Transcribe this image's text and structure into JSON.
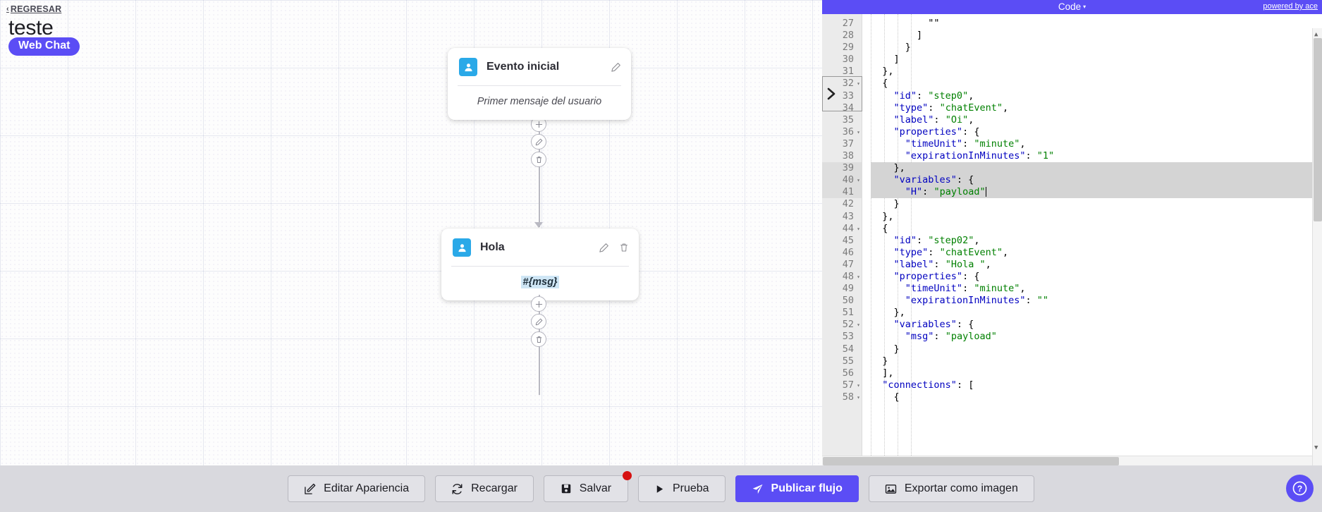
{
  "header": {
    "back_label": "REGRESAR",
    "back_chevron": "‹",
    "flow_title": "teste",
    "channel_badge": "Web Chat"
  },
  "canvas": {
    "nodes": [
      {
        "avatar_icon": "user-icon",
        "label": "Evento inicial",
        "body_text": "Primer mensaje del usuario",
        "body_is_placeholder": true,
        "has_edit": true,
        "has_delete": false
      },
      {
        "avatar_icon": "user-icon",
        "label": "Hola",
        "body_text": "#{msg}",
        "body_is_placeholder": false,
        "has_edit": true,
        "has_delete": true
      }
    ],
    "line_actions": [
      "add-icon",
      "edit-icon",
      "delete-icon"
    ]
  },
  "code_panel": {
    "title": "Code",
    "caret": "▾",
    "powered_by": "powered by ace",
    "lines": [
      {
        "n": "27",
        "fold": "",
        "text": "          \"\""
      },
      {
        "n": "28",
        "fold": "",
        "text": "        ]"
      },
      {
        "n": "29",
        "fold": "",
        "text": "      }"
      },
      {
        "n": "30",
        "fold": "",
        "text": "    ]"
      },
      {
        "n": "31",
        "fold": "",
        "text": "  },"
      },
      {
        "n": "32",
        "fold": "▾",
        "text": "  {"
      },
      {
        "n": "33",
        "fold": "",
        "text": "    \"id\": \"step0\","
      },
      {
        "n": "34",
        "fold": "",
        "text": "    \"type\": \"chatEvent\","
      },
      {
        "n": "35",
        "fold": "",
        "text": "    \"label\": \"Oi\","
      },
      {
        "n": "36",
        "fold": "▾",
        "text": "    \"properties\": {"
      },
      {
        "n": "37",
        "fold": "",
        "text": "      \"timeUnit\": \"minute\","
      },
      {
        "n": "38",
        "fold": "",
        "text": "      \"expirationInMinutes\": \"1\""
      },
      {
        "n": "39",
        "fold": "",
        "text": "    },"
      },
      {
        "n": "40",
        "fold": "▾",
        "text": "    \"variables\": {"
      },
      {
        "n": "41",
        "fold": "",
        "text": "      \"H\": \"payload\""
      },
      {
        "n": "42",
        "fold": "",
        "text": "    }"
      },
      {
        "n": "43",
        "fold": "",
        "text": "  },"
      },
      {
        "n": "44",
        "fold": "▾",
        "text": "  {"
      },
      {
        "n": "45",
        "fold": "",
        "text": "    \"id\": \"step02\","
      },
      {
        "n": "46",
        "fold": "",
        "text": "    \"type\": \"chatEvent\","
      },
      {
        "n": "47",
        "fold": "",
        "text": "    \"label\": \"Hola \","
      },
      {
        "n": "48",
        "fold": "▾",
        "text": "    \"properties\": {"
      },
      {
        "n": "49",
        "fold": "",
        "text": "      \"timeUnit\": \"minute\","
      },
      {
        "n": "50",
        "fold": "",
        "text": "      \"expirationInMinutes\": \"\""
      },
      {
        "n": "51",
        "fold": "",
        "text": "    },"
      },
      {
        "n": "52",
        "fold": "▾",
        "text": "    \"variables\": {"
      },
      {
        "n": "53",
        "fold": "",
        "text": "      \"msg\": \"payload\""
      },
      {
        "n": "54",
        "fold": "",
        "text": "    }"
      },
      {
        "n": "55",
        "fold": "",
        "text": "  }"
      },
      {
        "n": "56",
        "fold": "",
        "text": "  ],"
      },
      {
        "n": "57",
        "fold": "▾",
        "text": "  \"connections\": ["
      },
      {
        "n": "58",
        "fold": "▾",
        "text": "    {"
      }
    ],
    "selected_lines": [
      "39",
      "40",
      "41"
    ],
    "cursor_line": "41"
  },
  "toolbar": {
    "buttons": [
      {
        "label": "Editar Apariencia",
        "icon": "pencil-square-icon",
        "primary": false,
        "badge": false
      },
      {
        "label": "Recargar",
        "icon": "refresh-icon",
        "primary": false,
        "badge": false
      },
      {
        "label": "Salvar",
        "icon": "save-icon",
        "primary": false,
        "badge": true
      },
      {
        "label": "Prueba",
        "icon": "play-icon",
        "primary": false,
        "badge": false
      },
      {
        "label": "Publicar flujo",
        "icon": "send-icon",
        "primary": true,
        "badge": false
      },
      {
        "label": "Exportar como imagen",
        "icon": "image-icon",
        "primary": false,
        "badge": false
      }
    ],
    "help_label": "?"
  },
  "colors": {
    "accent": "#5b4df5",
    "avatar": "#2aa9e8",
    "badge": "#d61111",
    "toolbar_bg": "#d9d9de"
  }
}
